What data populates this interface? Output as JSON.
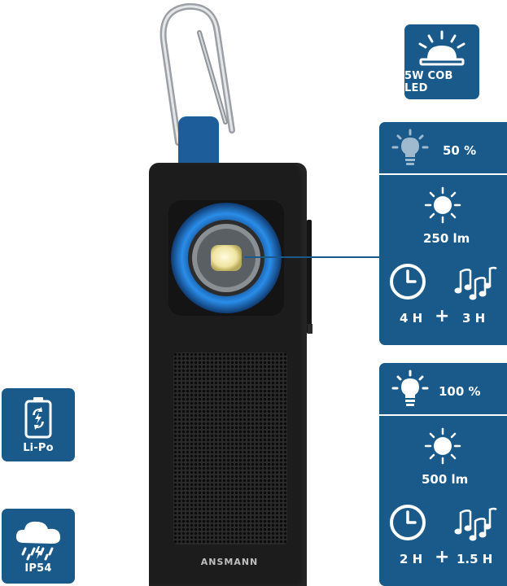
{
  "brand": "ANSMANN",
  "colors": {
    "tile_blue": "#1a5a8a",
    "ring_blue": "#1e6fc4",
    "body_black": "#1c1c1c"
  },
  "badges": {
    "cob_led": {
      "label": "5W COB LED",
      "icon": "led-light-icon"
    },
    "battery": {
      "label": "Li-Po",
      "icon": "rechargeable-battery-icon"
    },
    "ip": {
      "label": "IP54",
      "icon": "rain-cloud-icon"
    }
  },
  "mode_50": {
    "brightness": "50 %",
    "lumen": "250 lm",
    "runtime_light": "4 H",
    "plus": "+",
    "runtime_music": "3 H"
  },
  "mode_100": {
    "brightness": "100 %",
    "lumen": "500 lm",
    "runtime_light": "2 H",
    "plus": "+",
    "runtime_music": "1.5 H"
  }
}
